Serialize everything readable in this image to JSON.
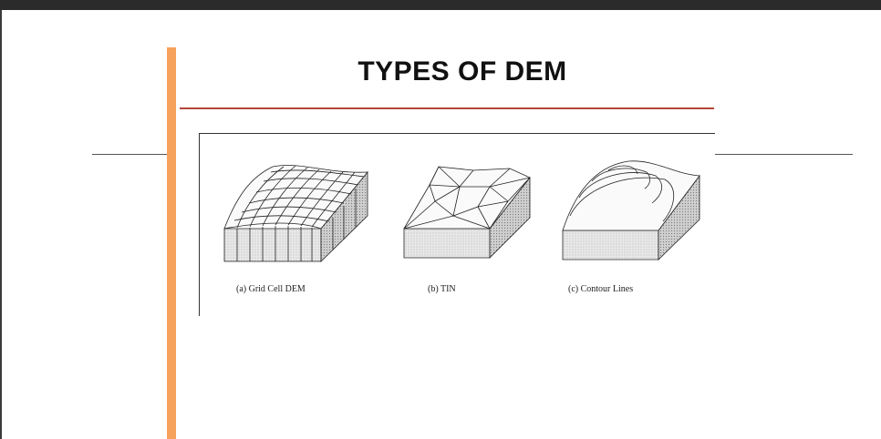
{
  "slide": {
    "title": "TYPES OF DEM"
  },
  "figure": {
    "captions": {
      "a": "(a)   Grid Cell DEM",
      "b": "(b)   TIN",
      "c": "(c)   Contour Lines"
    }
  },
  "colors": {
    "accent_bar": "#f7a25c",
    "title_rule": "#b5473a",
    "top_bar": "#2b2b2b"
  }
}
